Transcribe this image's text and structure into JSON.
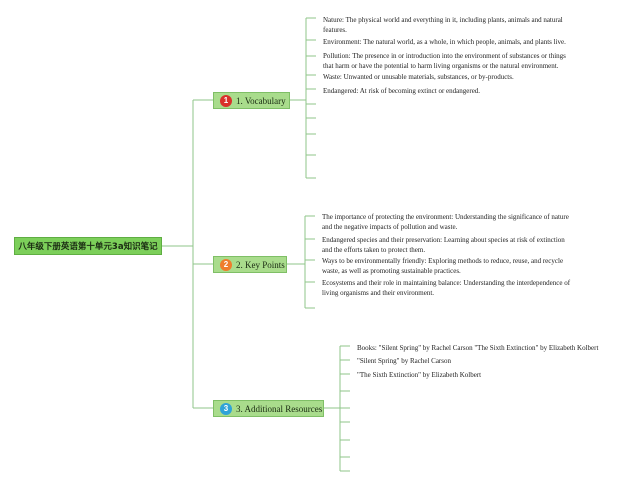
{
  "colors": {
    "connector": "#8fc58a",
    "badge_1": "#d9312b",
    "badge_2": "#ef7d2c",
    "badge_3": "#2fa3d8"
  },
  "root": {
    "label": "八年级下册英语第十单元3a知识笔记"
  },
  "branches": [
    {
      "badge": "1",
      "label": "1. Vocabulary",
      "items": [
        [
          "Nature: The physical world and everything in it, including plants, animals and natural",
          "features."
        ],
        [
          "Environment: The natural world, as a whole, in which people, animals, and plants live."
        ],
        [
          "Pollution: The presence in or introduction into the environment of substances or things",
          "that harm or have the potential to harm living organisms or the natural environment."
        ],
        [
          "Waste: Unwanted or unusable materials, substances, or by-products."
        ],
        [
          "Endangered: At risk of becoming extinct or endangered."
        ]
      ]
    },
    {
      "badge": "2",
      "label": "2. Key Points",
      "items": [
        [
          "The importance of protecting the environment: Understanding the significance of nature",
          "and the negative impacts of pollution and waste."
        ],
        [
          "Endangered species and their preservation: Learning about species at risk of extinction",
          "and the efforts taken to protect them."
        ],
        [
          "Ways to be environmentally friendly: Exploring methods to reduce, reuse, and recycle",
          "waste, as well as promoting sustainable practices."
        ],
        [
          "Ecosystems and their role in maintaining balance: Understanding the interdependence of",
          "living organisms and their environment."
        ]
      ]
    },
    {
      "badge": "3",
      "label": "3. Additional Resources",
      "items": [
        [
          "Books: \"Silent Spring\" by Rachel Carson \"The Sixth Extinction\" by Elizabeth Kolbert"
        ],
        [
          "\"Silent Spring\" by Rachel Carson"
        ],
        [
          "\"The Sixth Extinction\" by Elizabeth Kolbert"
        ]
      ]
    }
  ]
}
